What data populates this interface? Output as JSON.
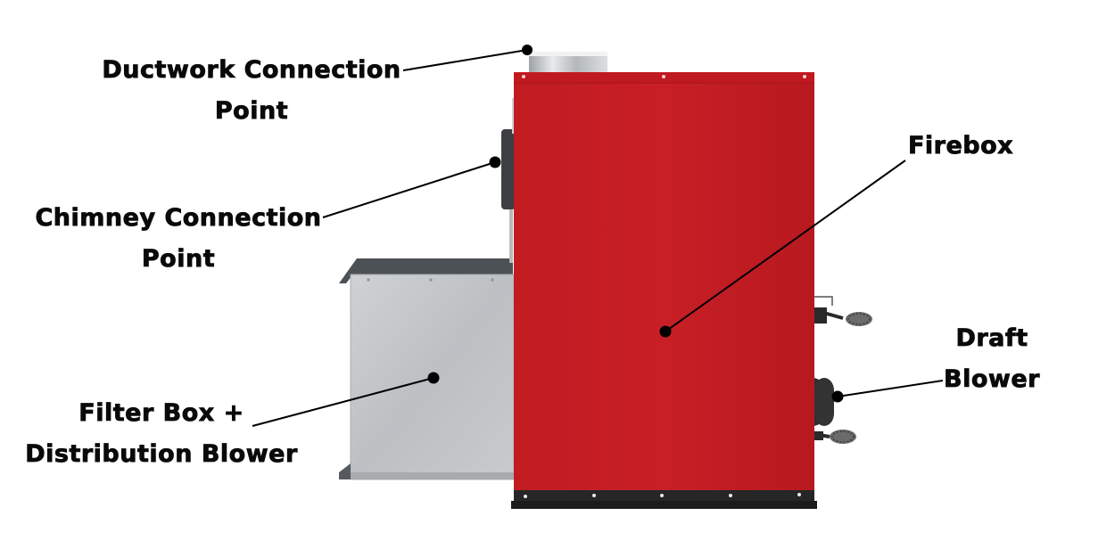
{
  "diagram": {
    "subject": "Furnace side view",
    "colors": {
      "firebox_red": "#c61d24",
      "firebox_red_dark": "#b3181f",
      "filter_box_silver": "#bfc3c6",
      "trim_black": "#222222",
      "label_text": "#0a0a0a",
      "leader_line": "#000000"
    },
    "labels": [
      {
        "id": "ductwork",
        "line1": "Ductwork Connection",
        "line2": "Point"
      },
      {
        "id": "chimney",
        "line1": "Chimney Connection",
        "line2": "Point"
      },
      {
        "id": "firebox",
        "line1": "Firebox"
      },
      {
        "id": "filter",
        "line1": "Filter Box +",
        "line2": "Distribution Blower"
      },
      {
        "id": "draft",
        "line1": "Draft",
        "line2": "Blower"
      }
    ]
  }
}
